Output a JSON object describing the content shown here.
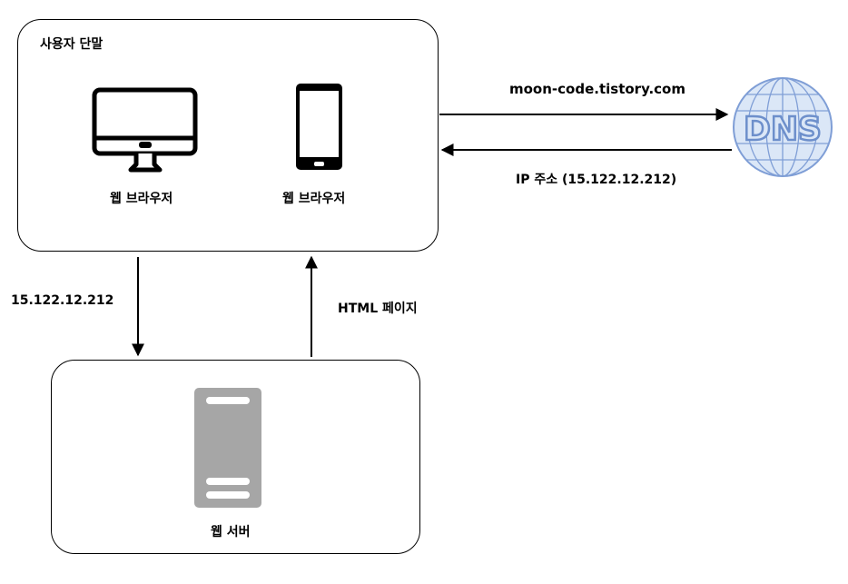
{
  "client": {
    "title": "사용자 단말",
    "monitor_label": "웹 브라우저",
    "phone_label": "웹 브라우저"
  },
  "server": {
    "label": "웹 서버"
  },
  "dns": {
    "text": "DNS",
    "request_label": "moon-code.tistory.com",
    "response_label": "IP 주소 (15.122.12.212)"
  },
  "flow": {
    "request_label": "15.122.12.212",
    "response_label": "HTML 페이지"
  },
  "colors": {
    "server_gray": "#a6a6a6",
    "globe_fill": "#dbe7f7",
    "globe_line": "#7f9ed6",
    "dns_text": "#6d8fcb"
  },
  "icons": [
    "monitor-icon",
    "smartphone-icon",
    "server-icon",
    "dns-globe-icon"
  ]
}
